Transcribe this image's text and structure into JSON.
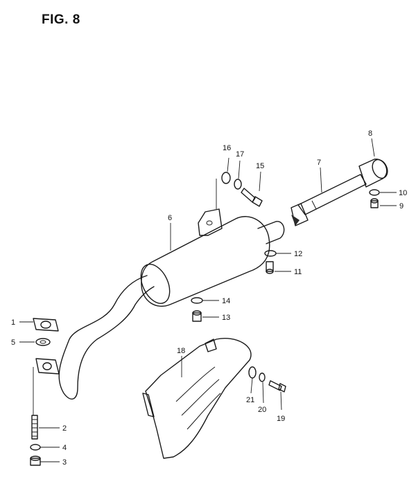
{
  "figure": {
    "title": "FIG. 8"
  },
  "callouts": [
    "1",
    "2",
    "3",
    "4",
    "5",
    "6",
    "7",
    "8",
    "9",
    "10",
    "11",
    "12",
    "13",
    "14",
    "15",
    "16",
    "17",
    "18",
    "19",
    "20",
    "21"
  ]
}
